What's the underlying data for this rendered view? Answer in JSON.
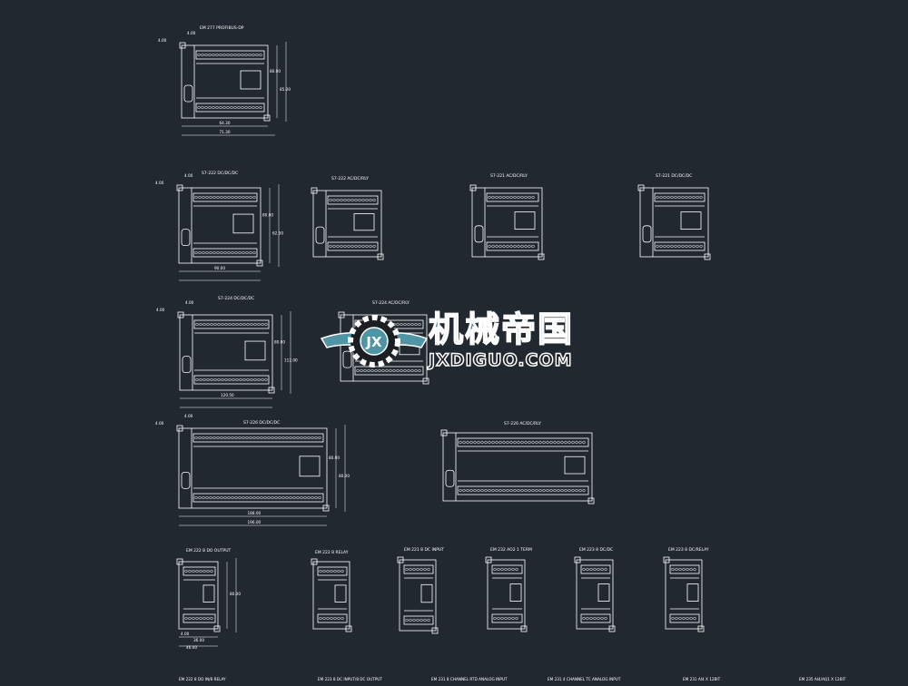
{
  "drawing": {
    "background": "#212830",
    "line_color": "#ffffff",
    "modules": [
      {
        "title": "EM 277 PROFIBUS-DP",
        "dims": [
          "4.00",
          "4.00",
          "80.00",
          "85.00",
          "64.30",
          "71.30"
        ]
      },
      {
        "title": "S7-222 DC/DC/DC",
        "dims": [
          "4.00",
          "4.00",
          "80.00",
          "62.00",
          "90.00"
        ]
      },
      {
        "title": "S7-222 AC/DC/RLY",
        "dims": []
      },
      {
        "title": "S7-221 AC/DC/RLY",
        "dims": []
      },
      {
        "title": "S7-221 DC/DC/DC",
        "dims": []
      },
      {
        "title": "S7-224 DC/DC/DC",
        "dims": [
          "4.00",
          "4.00",
          "80.00",
          "112.00",
          "120.50"
        ]
      },
      {
        "title": "S7-224 AC/DC/RLY",
        "dims": []
      },
      {
        "title": "S7-226 DC/DC/DC",
        "dims": [
          "4.00",
          "4.00",
          "80.00",
          "80.00",
          "188.00",
          "196.00"
        ]
      },
      {
        "title": "S7-226 AC/DC/RLY",
        "dims": []
      },
      {
        "title": "EM 222 8 DO OUTPUT",
        "footer": "EM 222 8 DO IN/8 RELAY",
        "dims": [
          "80.00",
          "4.00",
          "36.00",
          "46.00"
        ]
      },
      {
        "title": "EM 222 8 RELAY",
        "footer": "EM 223 8 DC INPUT/8 DC OUTPUT",
        "dims": []
      },
      {
        "title": "EM 221 8 DC INPUT",
        "footer": "EM 231 8 CHANNEL RTD ANALOG INPUT",
        "dims": []
      },
      {
        "title": "EM 232 AO2 1 TERM",
        "footer": "EM 231 4 CHANNEL TC ANALOG INPUT",
        "dims": []
      },
      {
        "title": "EM 223 8 DC/DC",
        "footer": "EM 231 AI4 X 12BIT",
        "dims": []
      },
      {
        "title": "EM 223 8 DC/RELAY",
        "footer": "EM 235 AI4/AQ1 X 12BIT",
        "dims": []
      }
    ]
  },
  "watermark": {
    "text_cn": "机械帝国",
    "text_en": "JXDIGUO.COM",
    "logo_letters": "JX",
    "color": "#4f95a6"
  }
}
